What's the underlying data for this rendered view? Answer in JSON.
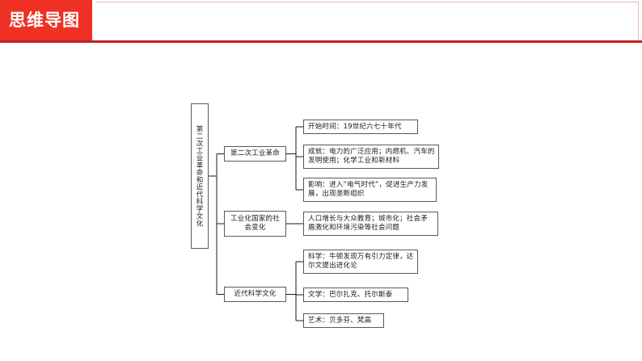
{
  "header": {
    "tab_label": "思维导图",
    "accent_color": "#ee3124",
    "rule_color": "#c22026",
    "panel_value": "",
    "panel_placeholder": ""
  },
  "mindmap": {
    "root": {
      "label": "第二次工业革命和近代科学文化"
    },
    "branches": [
      {
        "label": "第二次工业革命",
        "children": [
          {
            "label": "开始时间：19世纪六七十年代"
          },
          {
            "label": "成就：电力的广泛应用；内燃机、汽车的发明使用；化学工业和新材料"
          },
          {
            "label": "影响：进入“电气时代”，促进生产力发展，出现垄断组织"
          }
        ]
      },
      {
        "label": "工业化国家的社会变化",
        "children": [
          {
            "label": "人口增长与大众教育；城市化；社会矛盾激化和环境污染等社会问题"
          }
        ]
      },
      {
        "label": "近代科学文化",
        "children": [
          {
            "label": "科学：牛顿发现万有引力定律，达尔文提出进化论"
          },
          {
            "label": "文学：巴尔扎克、托尔斯泰"
          },
          {
            "label": "艺术：贝多芬、梵高"
          }
        ]
      }
    ],
    "line_color": "#1a1a1a",
    "box_border_color": "#59595b"
  }
}
